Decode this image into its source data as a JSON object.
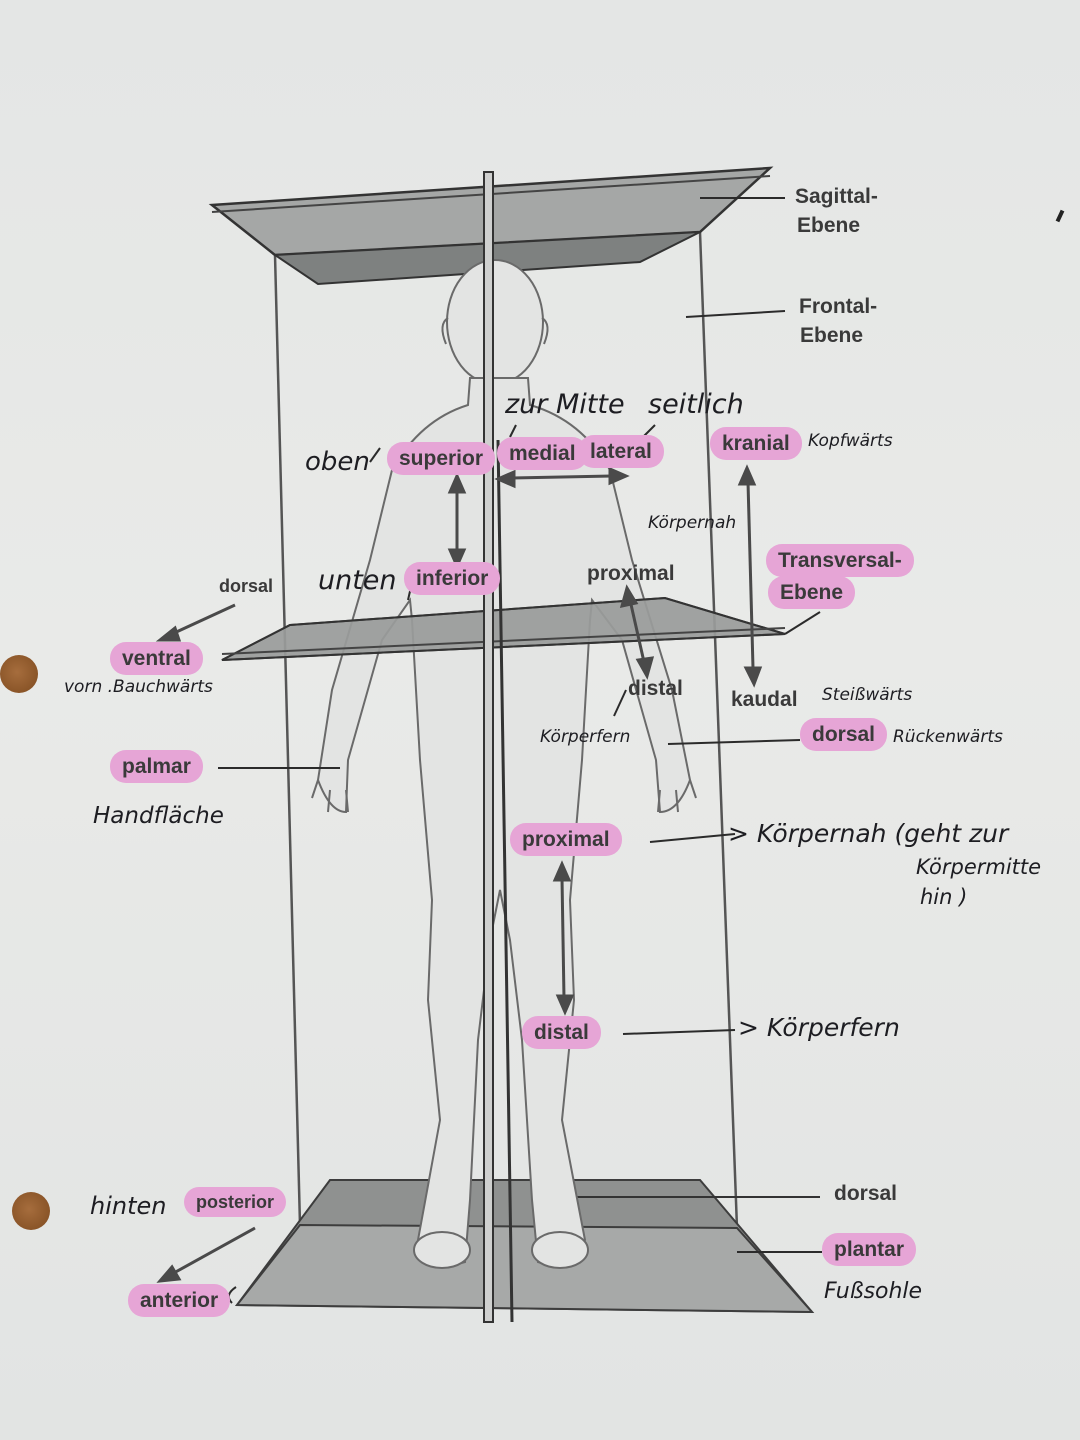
{
  "labels": {
    "sagittal_line1": "Sagittal-",
    "sagittal_line2": "Ebene",
    "frontal_line1": "Frontal-",
    "frontal_line2": "Ebene",
    "transversal_line1": "Transversal-",
    "transversal_line2": "Ebene",
    "superior": "superior",
    "medial": "medial",
    "lateral": "lateral",
    "kranial": "kranial",
    "inferior": "inferior",
    "proximal_arm": "proximal",
    "distal_arm": "distal",
    "kaudal": "kaudal",
    "dorsal_hand": "dorsal",
    "dorsal_left": "dorsal",
    "ventral": "ventral",
    "palmar": "palmar",
    "proximal_leg": "proximal",
    "distal_leg": "distal",
    "posterior": "posterior",
    "anterior": "anterior",
    "dorsal_foot": "dorsal",
    "plantar": "plantar"
  },
  "notes": {
    "zur_mitte": "zur Mitte",
    "seitlich": "seitlich",
    "oben": "oben",
    "unten": "unten",
    "kopfwaerts": "Kopfwärts",
    "koerpernah_arm": "Körpernah",
    "koerperfern_arm": "Körperfern",
    "steisswaerts": "Steißwärts",
    "rueckenwaerts": "Rückenwärts",
    "vorn_bauchwaerts": "vorn .Bauchwärts",
    "handflaeche": "Handfläche",
    "koerpernah_leg_1": "> Körpernah (geht zur",
    "koerpernah_leg_2": "Körpermitte",
    "koerpernah_leg_3": "hin )",
    "koerperfern_leg": "> Körperfern",
    "hinten": "hinten",
    "fusssohle": "Fußsohle"
  },
  "colors": {
    "highlight": "#e6a5d6",
    "paper": "#e6e7e6",
    "plane_dark": "#8f9190",
    "plane_mid": "#b4b6b5",
    "ink": "#2b2b2b",
    "punch_hole": "#8a5528"
  }
}
